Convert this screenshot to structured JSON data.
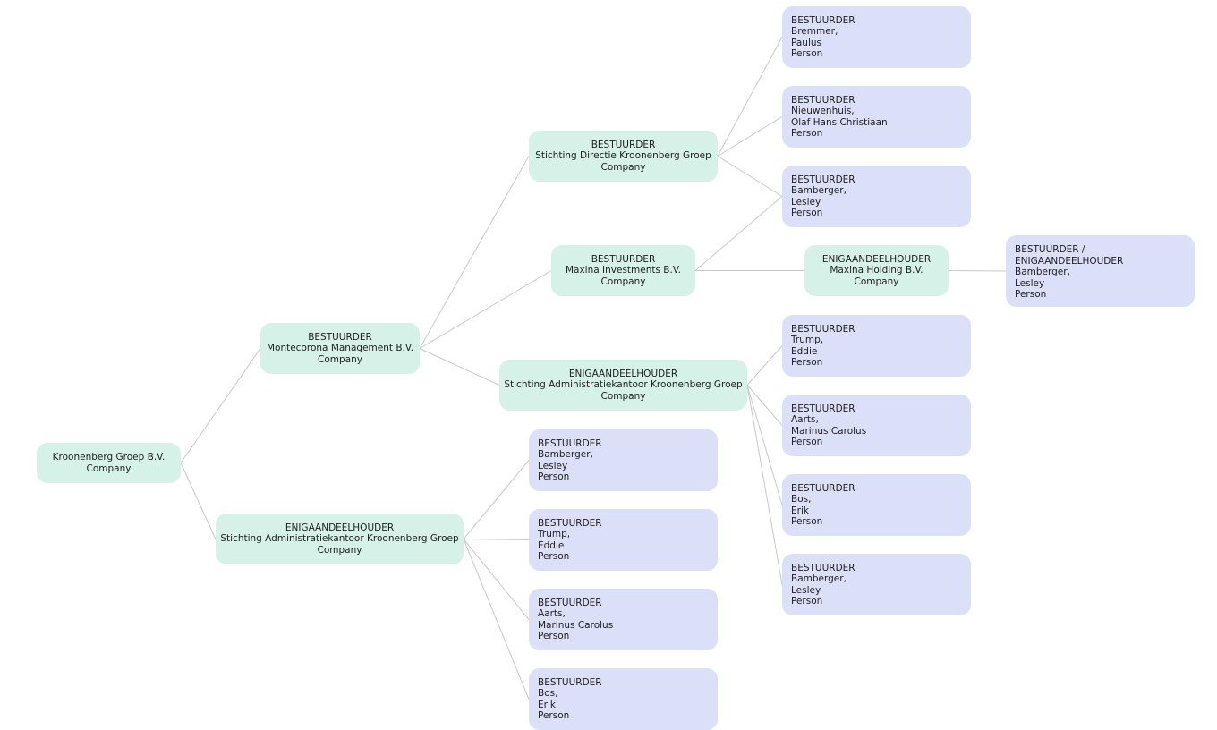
{
  "colors": {
    "company_fill": "#d6f1e8",
    "person_fill": "#dcdff8",
    "link": "#c8c8c8"
  },
  "nodes": {
    "root": [
      "Kroonenberg Groep B.V.",
      "Company"
    ],
    "montecorona": [
      "BESTUURDER",
      "Montecorona Management B.V.",
      "Company"
    ],
    "stak_root": [
      "ENIGAANDEELHOUDER",
      "Stichting Administratiekantoor Kroonenberg Groep",
      "Company"
    ],
    "stichting_directie": [
      "BESTUURDER",
      "Stichting Directie Kroonenberg Groep",
      "Company"
    ],
    "maxina_investments": [
      "BESTUURDER",
      "Maxina Investments B.V.",
      "Company"
    ],
    "stak_mid": [
      "ENIGAANDEELHOUDER",
      "Stichting Administratiekantoor Kroonenberg Groep",
      "Company"
    ],
    "maxina_holding": [
      "ENIGAANDEELHOUDER",
      "Maxina Holding B.V.",
      "Company"
    ],
    "p_bremmer": [
      "BESTUURDER",
      "Bremmer,",
      "Paulus",
      "Person"
    ],
    "p_nieuwenhuis": [
      "BESTUURDER",
      "Nieuwenhuis,",
      "Olaf Hans Christiaan",
      "Person"
    ],
    "p_bamberger_a": [
      "BESTUURDER",
      "Bamberger,",
      "Lesley",
      "Person"
    ],
    "p_bamberger_holding": [
      "BESTUURDER /",
      "ENIGAANDEELHOUDER",
      "Bamberger,",
      "Lesley",
      "Person"
    ],
    "p_trump_a": [
      "BESTUURDER",
      "Trump,",
      "Eddie",
      "Person"
    ],
    "p_aarts_a": [
      "BESTUURDER",
      "Aarts,",
      "Marinus Carolus",
      "Person"
    ],
    "p_bos_a": [
      "BESTUURDER",
      "Bos,",
      "Erik",
      "Person"
    ],
    "p_bamberger_b": [
      "BESTUURDER",
      "Bamberger,",
      "Lesley",
      "Person"
    ],
    "p_bamberger_c": [
      "BESTUURDER",
      "Bamberger,",
      "Lesley",
      "Person"
    ],
    "p_trump_b": [
      "BESTUURDER",
      "Trump,",
      "Eddie",
      "Person"
    ],
    "p_aarts_b": [
      "BESTUURDER",
      "Aarts,",
      "Marinus Carolus",
      "Person"
    ],
    "p_bos_b": [
      "BESTUURDER",
      "Bos,",
      "Erik",
      "Person"
    ]
  }
}
